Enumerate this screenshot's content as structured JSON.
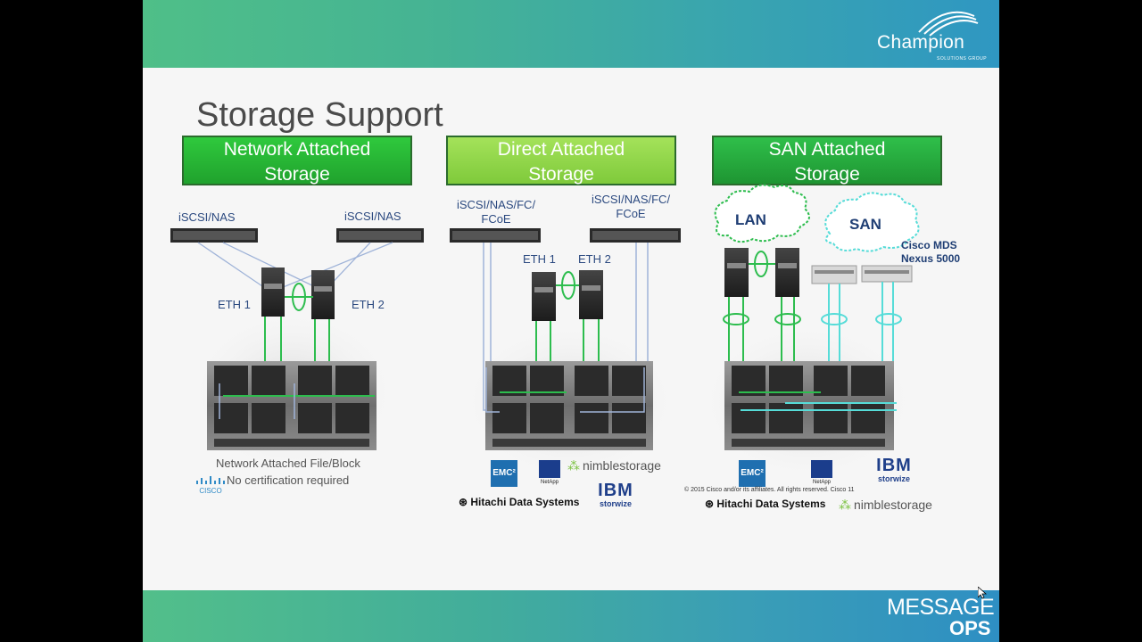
{
  "slide": {
    "title": "Storage Support",
    "brand_top": {
      "name": "Champion",
      "subtitle": "SOLUTIONS GROUP"
    },
    "brand_bottom": {
      "line1": "MESSAGE",
      "line2": "OPS"
    },
    "columns": {
      "nas": {
        "header_line1": "Network Attached",
        "header_line2": "Storage",
        "storage_left": "iSCSI/NAS",
        "storage_right": "iSCSI/NAS",
        "eth1": "ETH 1",
        "eth2": "ETH 2",
        "caption_line1": "Network Attached File/Block",
        "caption_line2": "No certification required",
        "vendor_logo": "cisco"
      },
      "das": {
        "header_line1": "Direct Attached",
        "header_line2": "Storage",
        "storage_left_line1": "iSCSI/NAS/FC/",
        "storage_left_line2": "FCoE",
        "storage_right_line1": "iSCSI/NAS/FC/",
        "storage_right_line2": "FCoE",
        "eth1": "ETH 1",
        "eth2": "ETH 2",
        "vendors": {
          "emc": "EMC²",
          "netapp": "NetApp",
          "nimble": "nimblestorage",
          "hitachi": "Hitachi Data Systems",
          "ibm": "IBM",
          "storwize": "storwize"
        }
      },
      "san": {
        "header_line1": "SAN Attached",
        "header_line2": "Storage",
        "cloud_lan": "LAN",
        "cloud_san": "SAN",
        "switch_line1": "Cisco MDS",
        "switch_line2": "Nexus 5000",
        "footer": "© 2015  Cisco and/or its affiliates. All rights reserved.     Cisco                    11",
        "vendors": {
          "emc": "EMC²",
          "netapp": "NetApp",
          "nimble": "nimblestorage",
          "hitachi": "Hitachi Data Systems",
          "ibm": "IBM",
          "storwize": "storwize"
        }
      }
    }
  },
  "colors": {
    "link_green": "#2dbd4e",
    "link_blue": "#9fb3d8",
    "link_cyan": "#56dcd8",
    "header_green": "#20a22d"
  }
}
